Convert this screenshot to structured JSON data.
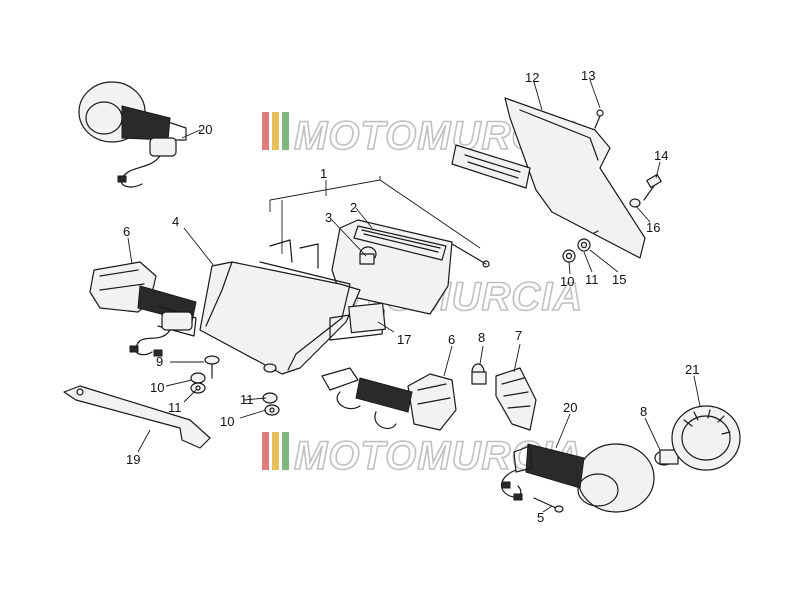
{
  "watermark": {
    "text": "MOTOMURCIA",
    "stripe_colors": [
      "#e07b7b",
      "#e6c15a",
      "#7fb77f"
    ]
  },
  "callouts": {
    "n1": "1",
    "n2": "2",
    "n3": "3",
    "n4": "4",
    "n5": "5",
    "n6a": "6",
    "n6b": "6",
    "n7": "7",
    "n8a": "8",
    "n8b": "8",
    "n9": "9",
    "n10a": "10",
    "n10b": "10",
    "n10c": "10",
    "n11a": "11",
    "n11b": "11",
    "n11c": "11",
    "n12": "12",
    "n13": "13",
    "n14": "14",
    "n15": "15",
    "n16": "16",
    "n17": "17",
    "n19": "19",
    "n20a": "20",
    "n20b": "20",
    "n21": "21"
  }
}
